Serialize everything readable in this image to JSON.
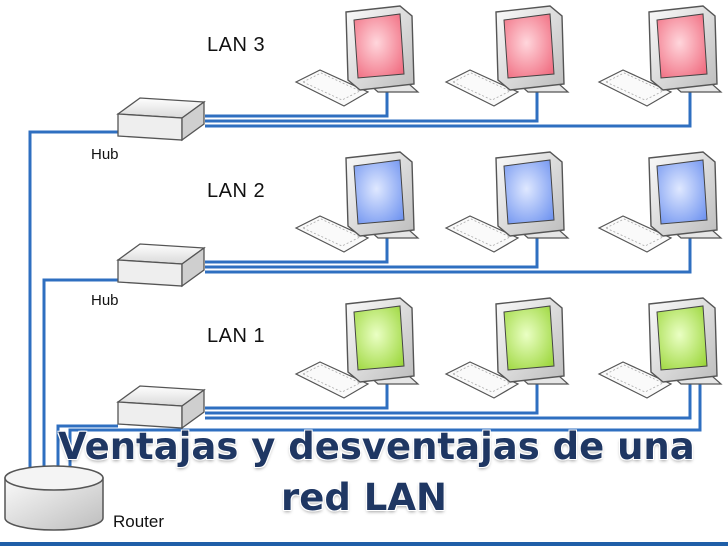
{
  "lans": [
    {
      "label": "LAN 3",
      "screen_color": "#f06a7e"
    },
    {
      "label": "LAN 2",
      "screen_color": "#6f93f0"
    },
    {
      "label": "LAN 1",
      "screen_color": "#9bd63a"
    }
  ],
  "hub_label": "Hub",
  "router_label": "Router",
  "title": {
    "line1": "Ventajas y desventajas de una",
    "line2": "red LAN"
  },
  "colors": {
    "cable": "#2f6fc0",
    "title_text": "#1f3763",
    "bottom_bar": "#1f5fa8"
  },
  "icons": {
    "computer": "computer-icon",
    "hub": "hub-icon",
    "router": "router-icon"
  }
}
